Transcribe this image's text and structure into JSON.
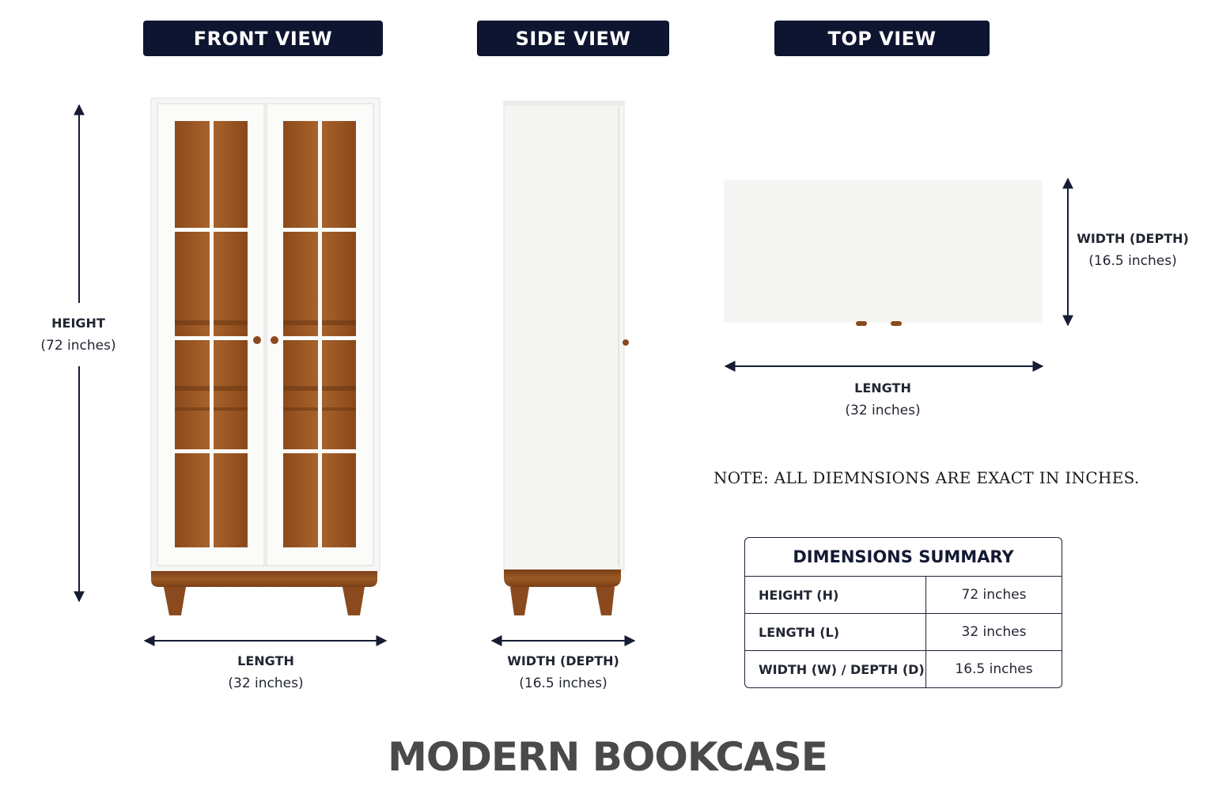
{
  "headers": {
    "front": "FRONT VIEW",
    "side": "SIDE VIEW",
    "top": "TOP VIEW"
  },
  "front": {
    "height_label": "HEIGHT",
    "height_value": "(72 inches)",
    "length_label": "LENGTH",
    "length_value": "(32 inches)"
  },
  "side": {
    "width_label": "WIDTH (DEPTH)",
    "width_value": "(16.5 inches)"
  },
  "top": {
    "width_label": "WIDTH (DEPTH)",
    "width_value": "(16.5 inches)",
    "length_label": "LENGTH",
    "length_value": "(32 inches)"
  },
  "note": "NOTE: ALL DIEMNSIONS ARE EXACT IN INCHES.",
  "summary": {
    "title": "DIMENSIONS SUMMARY",
    "rows": [
      {
        "label": "HEIGHT (H)",
        "value": "72 inches"
      },
      {
        "label": "LENGTH (L)",
        "value": "32 inches"
      },
      {
        "label": "WIDTH (W) / DEPTH (D)",
        "value": "16.5 inches"
      }
    ]
  },
  "title": "MODERN BOOKCASE",
  "colors": {
    "navy": "#0d1530",
    "wood": "#8a4a1e",
    "white_panel": "#f7f7f5",
    "title_gray": "#4a4a4a"
  }
}
